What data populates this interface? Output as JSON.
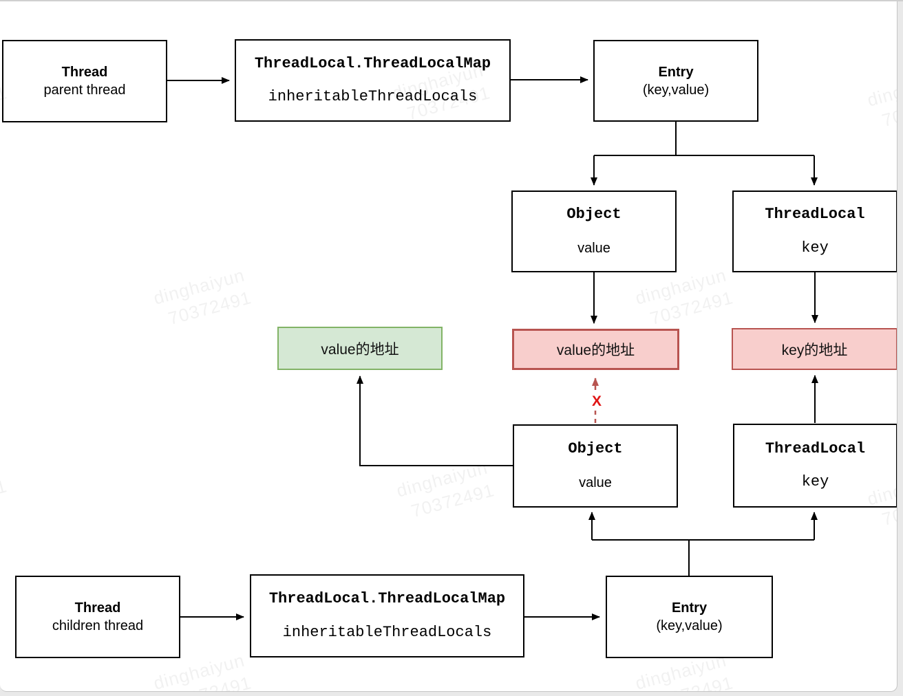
{
  "watermark": {
    "line1": "dinghaiyun",
    "line2": "70372491"
  },
  "colors": {
    "line": "#000000",
    "green_fill": "#d5e8d4",
    "green_border": "#82b366",
    "red_fill": "#f8cecc",
    "red_border": "#b85450",
    "cross_red": "#e01414"
  },
  "nodes": {
    "thread_parent": {
      "title": "Thread",
      "subtitle": "parent thread"
    },
    "map_parent": {
      "title": "ThreadLocal.ThreadLocalMap",
      "subtitle": "inheritableThreadLocals"
    },
    "entry_parent": {
      "title": "Entry",
      "subtitle": "(key,value)"
    },
    "object_parent": {
      "title": "Object",
      "subtitle": "value"
    },
    "threadlocal_parent": {
      "title": "ThreadLocal",
      "subtitle": "key"
    },
    "addr_value_green": {
      "label": "value的地址"
    },
    "addr_value_red": {
      "label": "value的地址"
    },
    "addr_key_red": {
      "label": "key的地址"
    },
    "object_child": {
      "title": "Object",
      "subtitle": "value"
    },
    "threadlocal_child": {
      "title": "ThreadLocal",
      "subtitle": "key"
    },
    "thread_child": {
      "title": "Thread",
      "subtitle": "children thread"
    },
    "map_child": {
      "title": "ThreadLocal.ThreadLocalMap",
      "subtitle": "inheritableThreadLocals"
    },
    "entry_child": {
      "title": "Entry",
      "subtitle": "(key,value)"
    }
  },
  "cross": {
    "label": "X"
  }
}
